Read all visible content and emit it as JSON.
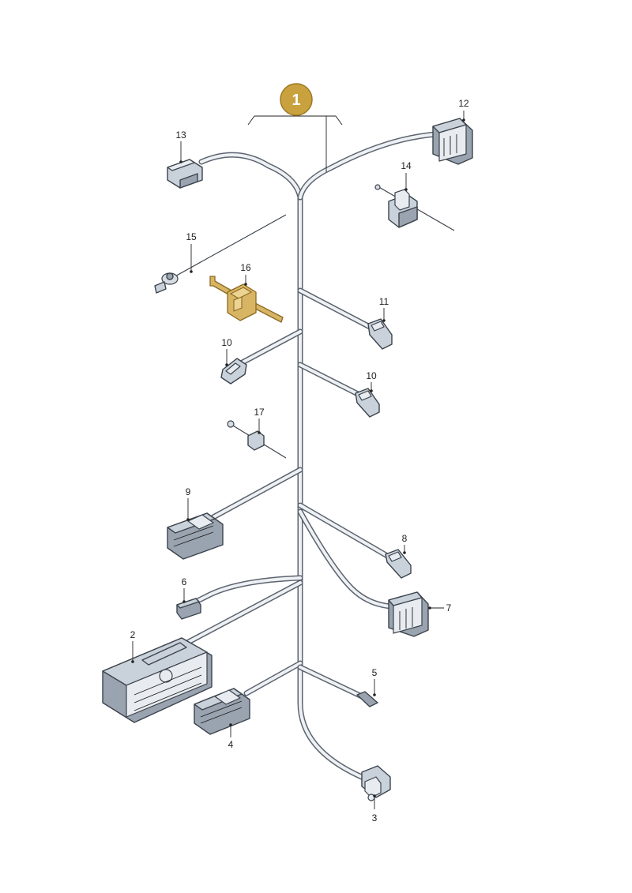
{
  "assembly": {
    "badge": "1",
    "badge_color": "#c9a13e"
  },
  "callouts": [
    {
      "id": "12",
      "label": "12"
    },
    {
      "id": "13",
      "label": "13"
    },
    {
      "id": "14",
      "label": "14"
    },
    {
      "id": "15",
      "label": "15"
    },
    {
      "id": "16",
      "label": "16"
    },
    {
      "id": "11",
      "label": "11"
    },
    {
      "id": "10a",
      "label": "10"
    },
    {
      "id": "10b",
      "label": "10"
    },
    {
      "id": "17",
      "label": "17"
    },
    {
      "id": "9",
      "label": "9"
    },
    {
      "id": "8",
      "label": "8"
    },
    {
      "id": "6",
      "label": "6"
    },
    {
      "id": "7",
      "label": "7"
    },
    {
      "id": "2",
      "label": "2"
    },
    {
      "id": "5",
      "label": "5"
    },
    {
      "id": "4",
      "label": "4"
    },
    {
      "id": "3",
      "label": "3"
    }
  ],
  "highlight_color": "#d8b564"
}
